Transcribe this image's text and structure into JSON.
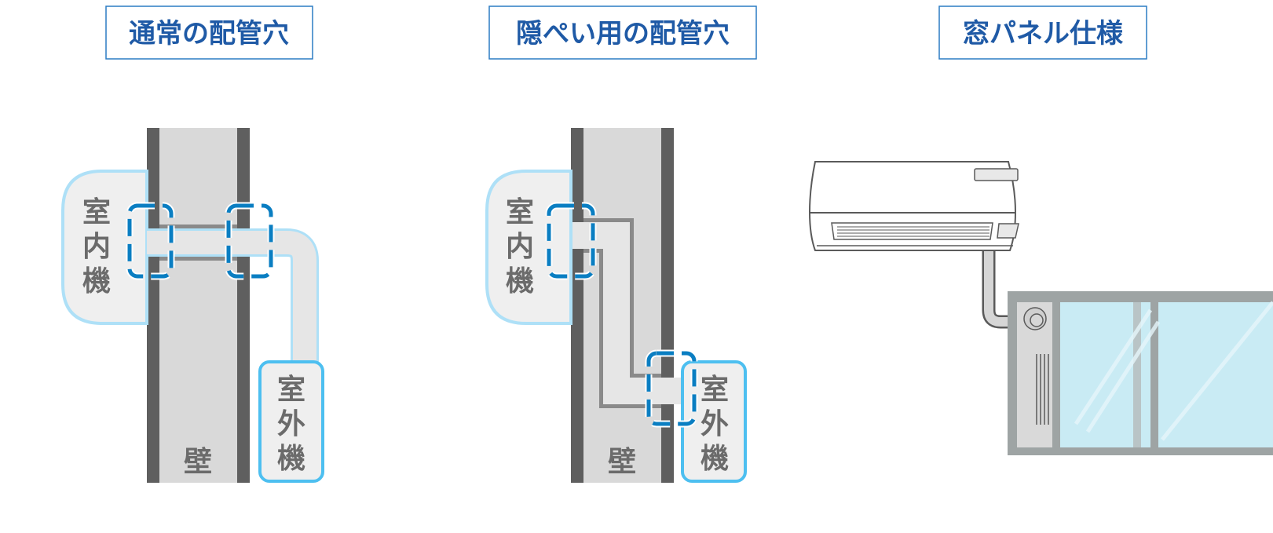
{
  "panels": [
    {
      "title": "通常の配管穴",
      "indoor": [
        "室",
        "内",
        "機"
      ],
      "outdoor": [
        "室",
        "外",
        "機"
      ],
      "wall": "壁"
    },
    {
      "title": "隠ぺい用の配管穴",
      "indoor": [
        "室",
        "内",
        "機"
      ],
      "outdoor": [
        "室",
        "外",
        "機"
      ],
      "wall": "壁"
    },
    {
      "title": "窓パネル仕様"
    }
  ],
  "colors": {
    "title": "#1f5aa6",
    "dash": "#0a7ec2",
    "outdoor_border": "#4dbff0",
    "indoor_border": "#aee0f7",
    "glass": "#c9ebf4"
  }
}
